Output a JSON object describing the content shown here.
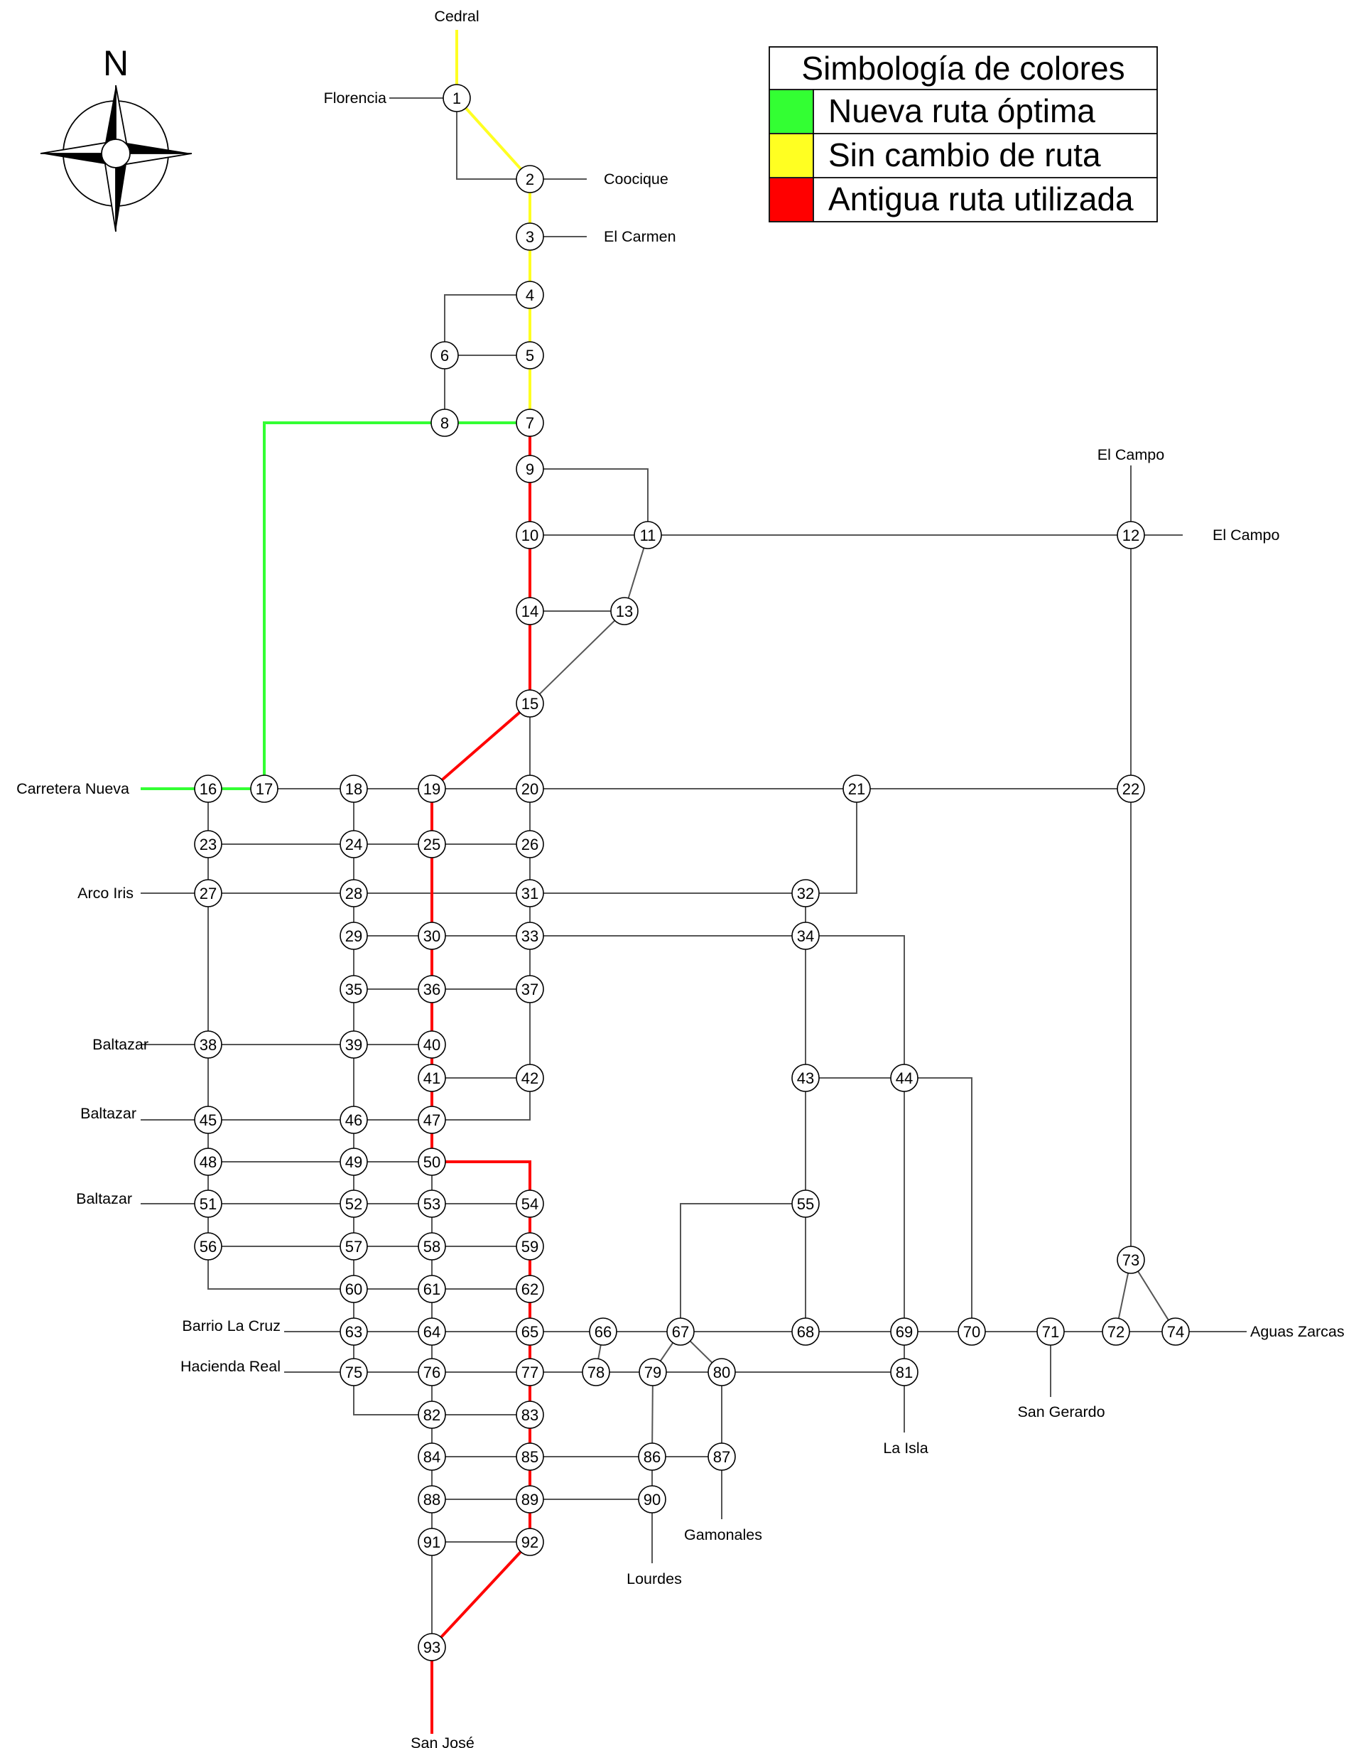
{
  "compass": {
    "north_label": "N"
  },
  "legend": {
    "title": "Simbología de colores",
    "items": [
      {
        "label": "Nueva ruta óptima",
        "color": "#33ff33"
      },
      {
        "label": "Sin cambio de ruta",
        "color": "#ffff22"
      },
      {
        "label": "Antigua ruta utilizada",
        "color": "#ff0000"
      }
    ]
  },
  "colors": {
    "edge": "#555555",
    "green": "#33ff33",
    "yellow": "#ffff22",
    "red": "#ff0000"
  },
  "nodes": [
    "1",
    "2",
    "3",
    "4",
    "5",
    "6",
    "7",
    "8",
    "9",
    "10",
    "11",
    "12",
    "13",
    "14",
    "15",
    "16",
    "17",
    "18",
    "19",
    "20",
    "21",
    "22",
    "23",
    "24",
    "25",
    "26",
    "27",
    "28",
    "29",
    "30",
    "31",
    "32",
    "33",
    "34",
    "35",
    "36",
    "37",
    "38",
    "39",
    "40",
    "41",
    "42",
    "43",
    "44",
    "45",
    "46",
    "47",
    "48",
    "49",
    "50",
    "51",
    "52",
    "53",
    "54",
    "55",
    "56",
    "57",
    "58",
    "59",
    "60",
    "61",
    "62",
    "63",
    "64",
    "65",
    "66",
    "67",
    "68",
    "69",
    "70",
    "71",
    "72",
    "73",
    "74",
    "75",
    "76",
    "77",
    "78",
    "79",
    "80",
    "81",
    "82",
    "83",
    "84",
    "85",
    "86",
    "87",
    "88",
    "89",
    "90",
    "91",
    "92",
    "93"
  ],
  "places": {
    "cedral": "Cedral",
    "florencia": "Florencia",
    "coocique": "Coocique",
    "el_carmen": "El Carmen",
    "el_campo_n": "El Campo",
    "el_campo_e": "El Campo",
    "carretera_nueva": "Carretera Nueva",
    "arco_iris": "Arco Iris",
    "baltazar_1": "Baltazar",
    "baltazar_2": "Baltazar",
    "baltazar_3": "Baltazar",
    "barrio_la_cruz": "Barrio La Cruz",
    "hacienda_real": "Hacienda Real",
    "aguas_zarcas": "Aguas Zarcas",
    "san_gerardo": "San Gerardo",
    "la_isla": "La Isla",
    "gamonales": "Gamonales",
    "lourdes": "Lourdes",
    "san_jose": "San José"
  },
  "routes": {
    "green": [
      [
        "8",
        "7"
      ],
      [
        "8",
        "17"
      ],
      [
        "16",
        "17"
      ],
      [
        "16",
        "carretera_nueva"
      ]
    ],
    "yellow": [
      [
        "cedral",
        "1"
      ],
      [
        "1",
        "2"
      ],
      [
        "2",
        "3"
      ],
      [
        "3",
        "4"
      ],
      [
        "4",
        "5"
      ],
      [
        "5",
        "7"
      ]
    ],
    "red": [
      [
        "7",
        "9"
      ],
      [
        "9",
        "10"
      ],
      [
        "10",
        "14"
      ],
      [
        "14",
        "15"
      ],
      [
        "15",
        "19"
      ],
      [
        "19",
        "25"
      ],
      [
        "25",
        "30"
      ],
      [
        "30",
        "36"
      ],
      [
        "36",
        "40"
      ],
      [
        "40",
        "41"
      ],
      [
        "41",
        "47"
      ],
      [
        "47",
        "50"
      ],
      [
        "50",
        "54"
      ],
      [
        "54",
        "59"
      ],
      [
        "59",
        "62"
      ],
      [
        "62",
        "65"
      ],
      [
        "65",
        "77"
      ],
      [
        "77",
        "83"
      ],
      [
        "83",
        "85"
      ],
      [
        "85",
        "89"
      ],
      [
        "89",
        "92"
      ],
      [
        "92",
        "93"
      ],
      [
        "93",
        "san_jose"
      ]
    ]
  }
}
